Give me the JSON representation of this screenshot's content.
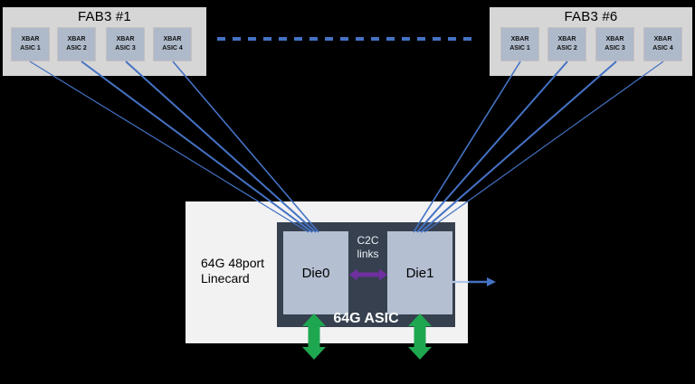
{
  "fabs": [
    {
      "title": "FAB3 #1",
      "asics": [
        {
          "line1": "XBAR",
          "line2": "ASIC 1"
        },
        {
          "line1": "XBAR",
          "line2": "ASIC 2"
        },
        {
          "line1": "XBAR",
          "line2": "ASIC 3"
        },
        {
          "line1": "XBAR",
          "line2": "ASIC 4"
        }
      ]
    },
    {
      "title": "FAB3 #6",
      "asics": [
        {
          "line1": "XBAR",
          "line2": "ASIC 1"
        },
        {
          "line1": "XBAR",
          "line2": "ASIC 2"
        },
        {
          "line1": "XBAR",
          "line2": "ASIC 3"
        },
        {
          "line1": "XBAR",
          "line2": "ASIC 4"
        }
      ]
    }
  ],
  "linecard": {
    "label_line1": "64G 48port",
    "label_line2": "Linecard",
    "asic_label": "64G ASIC",
    "c2c": {
      "line1": "C2C",
      "line2": "links"
    },
    "dies": [
      {
        "label": "Die0"
      },
      {
        "label": "Die1"
      }
    ]
  },
  "colors": {
    "line_blue": "#4472c4",
    "light_blue": "#aec6e8",
    "panel_gray": "#d6d6d6",
    "xbar_fill": "#aeb9ca",
    "card_white": "#f2f2f2",
    "asic_dark": "#36404f",
    "die_fill": "#b4bfd2",
    "purple": "#7030a0",
    "green": "#1fa750",
    "background": "#000000"
  }
}
